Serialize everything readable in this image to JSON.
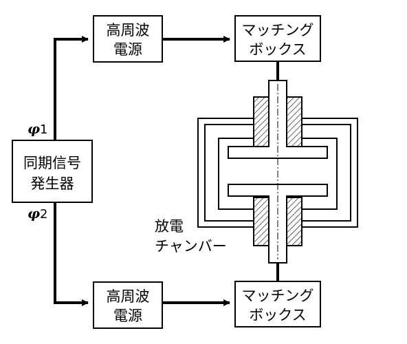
{
  "sync_generator": {
    "line1": "同期信号",
    "line2": "発生器"
  },
  "rf_power_top": {
    "line1": "高周波",
    "line2": "電源"
  },
  "rf_power_bottom": {
    "line1": "高周波",
    "line2": "電源"
  },
  "matching_top": {
    "line1": "マッチング",
    "line2": "ボックス"
  },
  "matching_bottom": {
    "line1": "マッチング",
    "line2": "ボックス"
  },
  "phase1": {
    "symbol": "φ",
    "index": "1"
  },
  "phase2": {
    "symbol": "φ",
    "index": "2"
  },
  "chamber_label": {
    "line1": "放電",
    "line2": "チャンバー"
  }
}
